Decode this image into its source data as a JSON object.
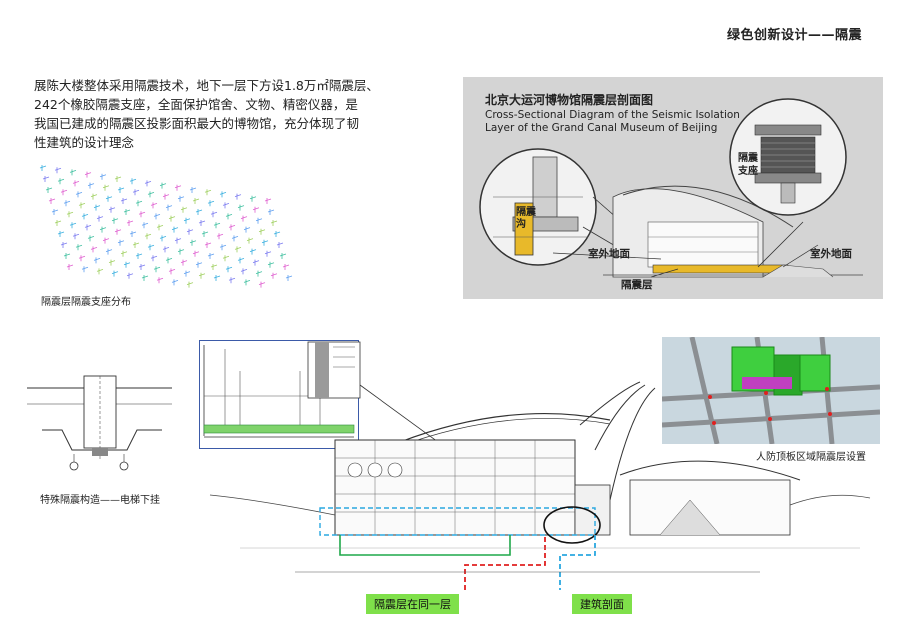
{
  "page_title": "绿色创新设计——隔震",
  "intro": {
    "line1": "展陈大楼整体采用隔震技术，地下一层下方设1.8万㎡隔震层、",
    "line2": "242个橡胶隔震支座，全面保护馆舍、文物、精密仪器，是",
    "line3": "我国已建成的隔震区投影面积最大的博物馆，充分体现了韧",
    "line4": "性建筑的设计理念"
  },
  "captions": {
    "bearing_distribution": "隔震层隔震支座分布",
    "elevator": "特殊隔震构造——电梯下挂",
    "civil_defense": "人防顶板区域隔震层设置",
    "same_level": "隔震层在同一层",
    "section": "建筑剖面"
  },
  "diagram": {
    "title_cn": "北京大运河博物馆隔震层剖面图",
    "title_en1": "Cross-Sectional Diagram of the Seismic Isolation",
    "title_en2": "Layer of the Grand Canal Museum of Beijing",
    "trench": "隔震沟",
    "bearing_line1": "隔震",
    "bearing_line2": "支座",
    "outdoor_left": "室外地面",
    "outdoor_right": "室外地面",
    "isolation_layer": "隔震层"
  },
  "colors": {
    "green_tag": "#7fe04a",
    "red_dash": "#e02020",
    "cyan_dash": "#2aa8e0",
    "green_line": "#1fa84a",
    "panel": "#d4d4d4"
  }
}
